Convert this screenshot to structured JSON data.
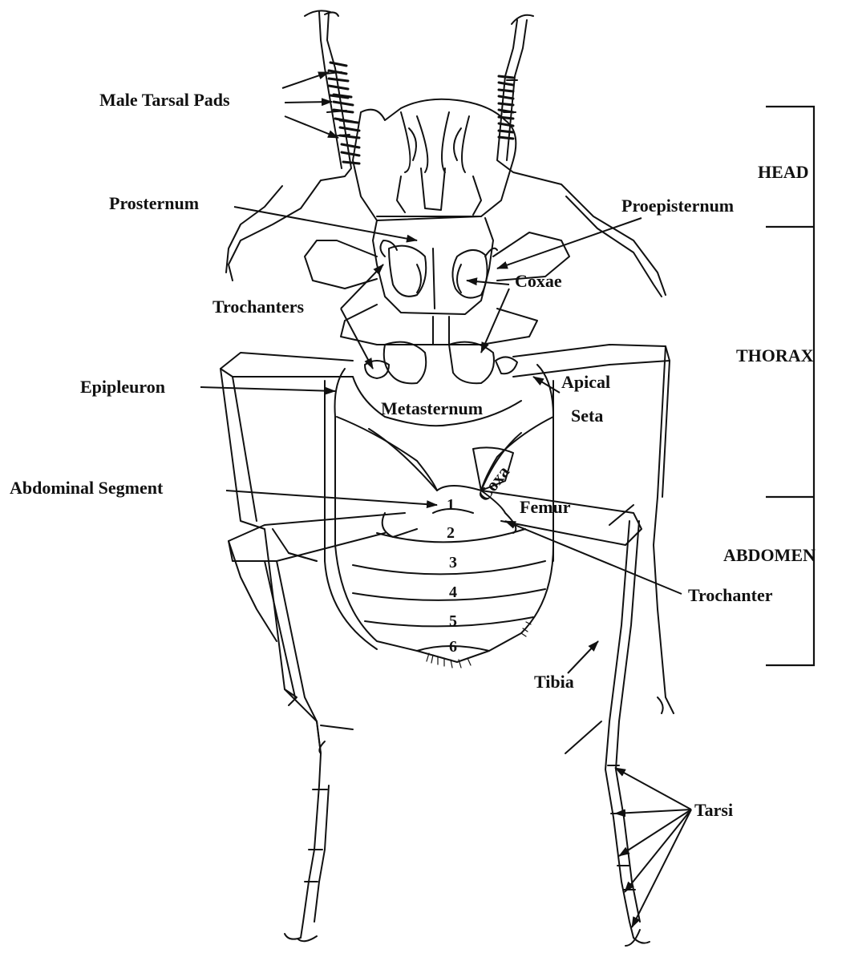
{
  "labels": {
    "male_tarsal_pads": "Male Tarsal Pads",
    "prosternum": "Prosternum",
    "proepisternum": "Proepisternum",
    "coxae": "Coxae",
    "trochanters": "Trochanters",
    "epipleuron": "Epipleuron",
    "metasternum": "Metasternum",
    "apical_seta_line1": "Apical",
    "apical_seta_line2": "Seta",
    "coxa": "Coxa",
    "abdominal_segment": "Abdominal Segment",
    "femur": "Femur",
    "trochanter": "Trochanter",
    "tibia": "Tibia",
    "tarsi": "Tarsi"
  },
  "regions": {
    "head": "HEAD",
    "thorax": "THORAX",
    "abdomen": "ABDOMEN"
  },
  "segments": [
    "1",
    "2",
    "3",
    "4",
    "5",
    "6"
  ],
  "colors": {
    "ink": "#111111",
    "paper": "#ffffff"
  }
}
